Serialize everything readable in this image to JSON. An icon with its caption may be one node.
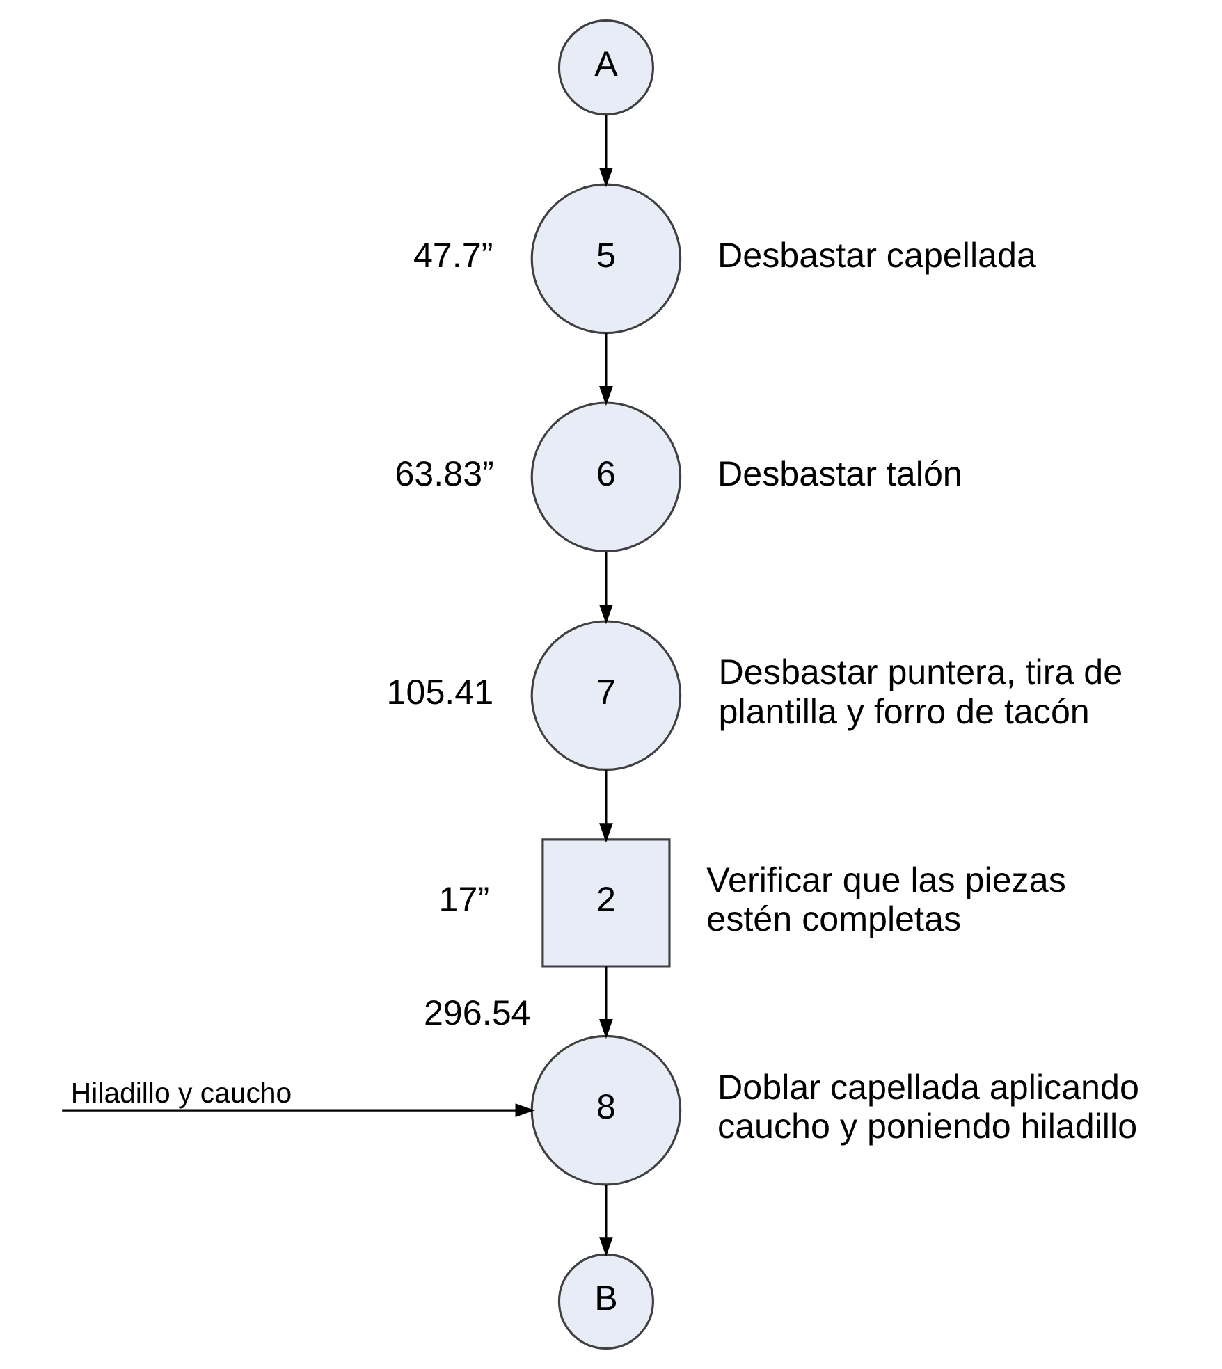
{
  "diagram": {
    "nodes": [
      {
        "text": [
          "A"
        ]
      },
      {
        "text": [
          "5"
        ],
        "beside": [
          "47.7”",
          "Desbastar capellada"
        ]
      },
      {
        "text": [
          "6"
        ],
        "beside": [
          "63.83”",
          "Desbastar talón"
        ]
      },
      {
        "text": [
          "7"
        ],
        "beside": [
          "105.41",
          "Desbastar puntera, tira de plantilla y forro de tacón"
        ]
      },
      {
        "text": [
          "2"
        ],
        "beside": [
          "17”",
          "Verificar que las piezas estén completas"
        ]
      },
      {
        "text": [
          "8"
        ],
        "beside": [
          "296.54",
          "Doblar capellada aplicando caucho y poniendo hiladillo"
        ]
      },
      {
        "text": [
          "B"
        ]
      }
    ],
    "edges": [
      {
        "from": 0,
        "to": 1,
        "arrow": "to"
      },
      {
        "from": 1,
        "to": 2,
        "arrow": "to"
      },
      {
        "from": 2,
        "to": 3,
        "arrow": "to"
      },
      {
        "from": 3,
        "to": 4,
        "arrow": "to"
      },
      {
        "from": 4,
        "to": 5,
        "arrow": "to"
      },
      {
        "from": null,
        "to": 5,
        "label": "Hiladillo y caucho",
        "arrow": "to"
      },
      {
        "from": 5,
        "to": 6,
        "arrow": "to"
      }
    ]
  }
}
